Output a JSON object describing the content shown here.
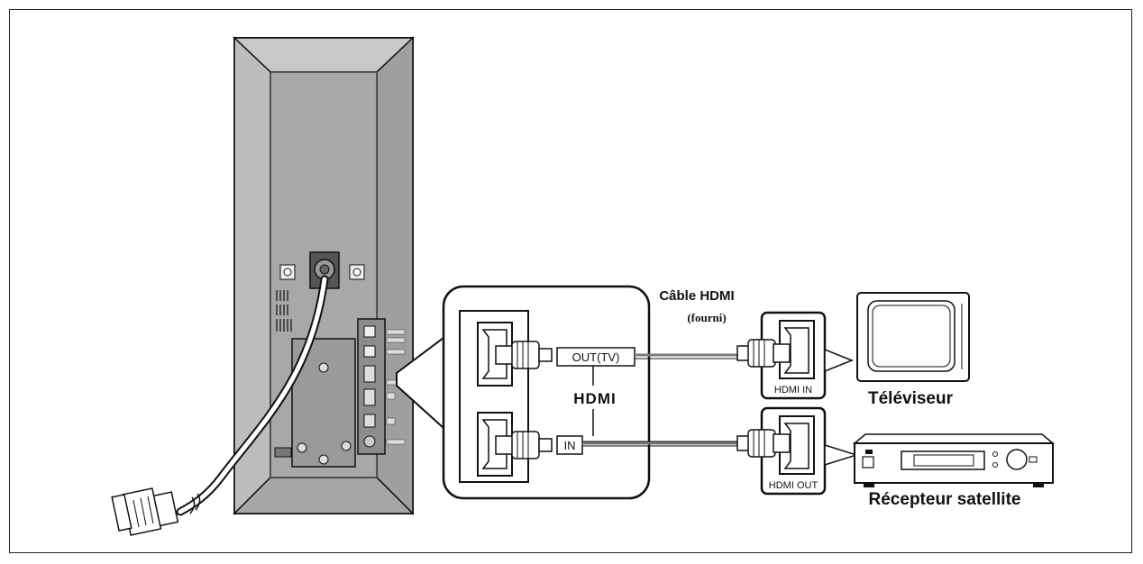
{
  "cable": {
    "name": "Câble HDMI",
    "note": "(fourni)"
  },
  "port_labels": {
    "out_tv": "OUT(TV)",
    "in": "IN",
    "hdmi_logo": "HDMI"
  },
  "devices": {
    "tv": {
      "port": "HDMI  IN",
      "name": "Téléviseur"
    },
    "satellite": {
      "port": "HDMI OUT",
      "name": "Récepteur satellite"
    }
  },
  "colors": {
    "panel": "#a9a9a9",
    "panel_dark": "#8a8a8a",
    "line": "#111111",
    "cable": "#7a7a7a"
  }
}
